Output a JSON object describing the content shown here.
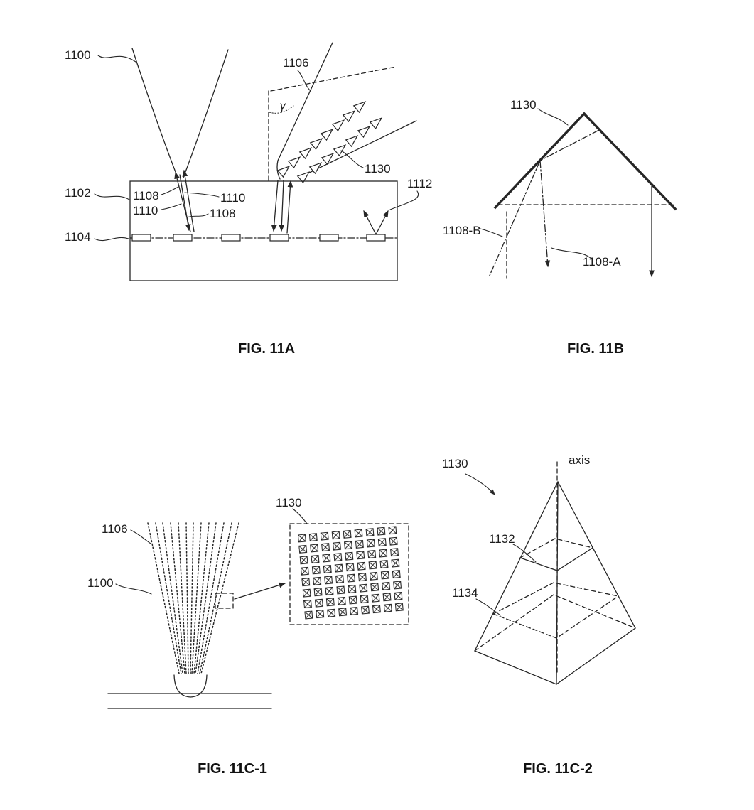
{
  "colors": {
    "ink": "#262626",
    "background": "#ffffff"
  },
  "figures": {
    "fig11a": {
      "caption": "FIG. 11A",
      "labels": {
        "ref1100": "1100",
        "ref1106": "1106",
        "gamma": "γ",
        "ref1130": "1130",
        "ref1102": "1102",
        "ref1108_left": "1108",
        "ref1110_left": "1110",
        "ref1110_right": "1110",
        "ref1108_right": "1108",
        "ref1104": "1104",
        "ref1112": "1112"
      }
    },
    "fig11b": {
      "caption": "FIG. 11B",
      "labels": {
        "ref1130": "1130",
        "ref1108B": "1108-B",
        "ref1108A": "1108-A"
      }
    },
    "fig11c1": {
      "caption": "FIG. 11C-1",
      "labels": {
        "ref1106": "1106",
        "ref1100": "1100",
        "ref1130": "1130"
      }
    },
    "fig11c2": {
      "caption": "FIG. 11C-2",
      "labels": {
        "axis": "axis",
        "ref1130": "1130",
        "ref1132": "1132",
        "ref1134": "1134"
      }
    }
  }
}
